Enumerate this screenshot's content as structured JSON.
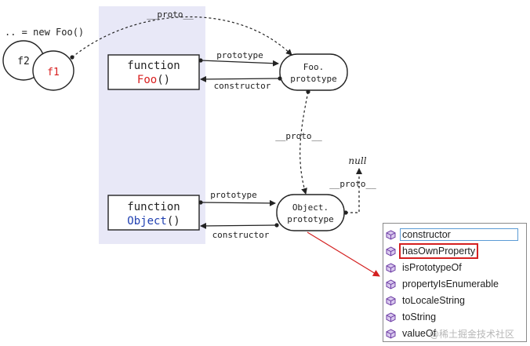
{
  "diagram": {
    "instance_caption": ".. = new Foo()",
    "instances": [
      "f2",
      "f1"
    ],
    "foo_function": {
      "keyword": "function",
      "name": "Foo",
      "parens": "()"
    },
    "object_function": {
      "keyword": "function",
      "name": "Object",
      "parens": "()"
    },
    "foo_prototype": [
      "Foo.",
      "prototype"
    ],
    "object_prototype": [
      "Object.",
      "prototype"
    ],
    "null_label": "null",
    "edges": {
      "top_proto": "__proto__",
      "foo_prototype": "prototype",
      "foo_constructor": "constructor",
      "mid_proto": "__proto__",
      "null_proto": "__proto__",
      "object_prototype": "prototype",
      "object_constructor": "constructor"
    },
    "colors": {
      "panel_bg": "#e8e8f7",
      "name_red": "#d81e1e",
      "name_blue": "#1f3fb0",
      "pointer_red": "#d42020"
    }
  },
  "member_list": {
    "items": [
      {
        "label": "constructor",
        "state": "selected"
      },
      {
        "label": "hasOwnProperty",
        "state": "highlighted"
      },
      {
        "label": "isPrototypeOf",
        "state": "normal"
      },
      {
        "label": "propertyIsEnumerable",
        "state": "normal"
      },
      {
        "label": "toLocaleString",
        "state": "normal"
      },
      {
        "label": "toString",
        "state": "normal"
      },
      {
        "label": "valueOf",
        "state": "normal"
      }
    ],
    "icon": "method-cube-icon"
  },
  "watermark": "@稀土掘金技术社区"
}
